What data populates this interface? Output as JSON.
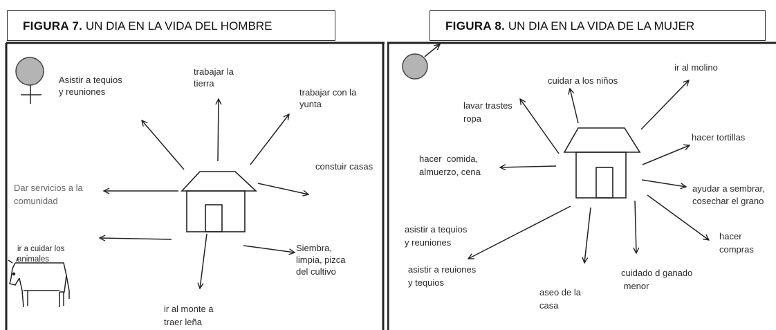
{
  "figure7": {
    "caption_num": "FIGURA 7.",
    "caption_text": " UN DIA EN LA VIDA DEL HOMBRE",
    "labels": {
      "tequios": "Asistir a tequios\ny reuniones",
      "tierra": "trabajar la\ntierra",
      "yunta": "trabajar con la\nyunta",
      "casas": "constuir casas",
      "servicios": "Dar servicios a la\ncomunidad",
      "animales": "ir a cuidar los\nanimales",
      "siembra": "Siembra,\nlimpia, pizca\ndel cultivo",
      "monte": "ir al monte a\ntraer leña"
    }
  },
  "figure8": {
    "caption_num": "FIGURA  8.",
    "caption_text": " UN DIA EN LA VIDA DE LA MUJER",
    "labels": {
      "ninos": "cuidar a los niños",
      "molino": "ir al molino",
      "trastes": "lavar trastes\nropa",
      "tortillas": "hacer tortillas",
      "comida": "hacer  comida,\nalmuerzo, cena",
      "sembrar": "ayudar a sembrar,\ncosechar el grano",
      "tequios": "asistir a tequios\ny reuniones",
      "compras": "hacer\ncompras",
      "reuniones": "asistir a reuiones\ny tequios",
      "ganado": "cuidado d ganado\n menor",
      "aseo": "aseo de la\ncasa"
    }
  }
}
